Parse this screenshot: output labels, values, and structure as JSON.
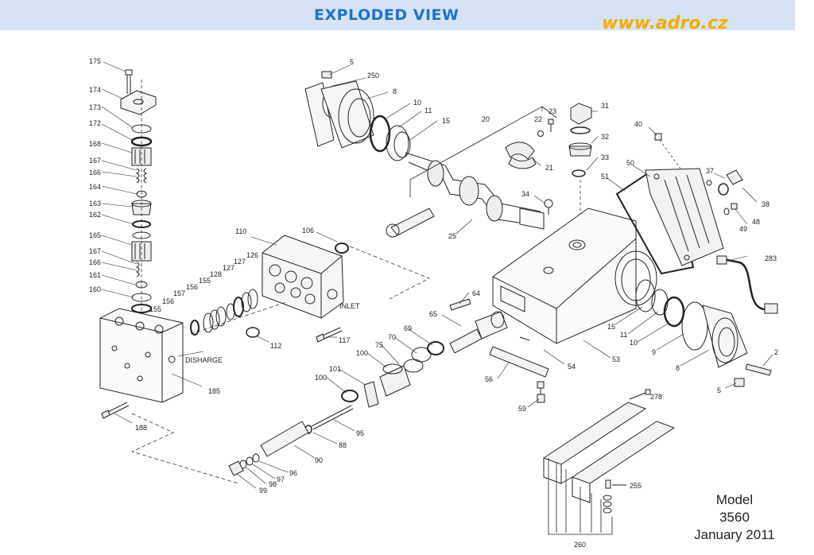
{
  "header": {
    "title": "EXPLODED VIEW",
    "website": "www.adro.cz"
  },
  "model_block": {
    "line1": "Model",
    "line2": "3560",
    "line3": "January 2011"
  },
  "annotations": {
    "inlet": "INLET",
    "discharge": "DISHARGE"
  },
  "parts": {
    "p175": "175",
    "p174": "174",
    "p173": "173",
    "p172": "172",
    "p168": "168",
    "p167a": "167",
    "p166a": "166",
    "p164": "164",
    "p163": "163",
    "p162": "162",
    "p165": "165",
    "p167b": "167",
    "p166b": "166",
    "p161": "161",
    "p160": "160",
    "p155a": "155",
    "p156a": "156",
    "p157": "157",
    "p156b": "156",
    "p155b": "155",
    "p128": "128",
    "p127a": "127",
    "p127b": "127",
    "p126": "126",
    "p110": "110",
    "p106": "106",
    "p112": "112",
    "p117": "117",
    "p185": "185",
    "p188": "188",
    "p5a": "5",
    "p250": "250",
    "p8a": "8",
    "p10a": "10",
    "p11a": "11",
    "p15a": "15",
    "p20": "20",
    "p22": "22",
    "p23": "23",
    "p31": "31",
    "p32": "32",
    "p33": "33",
    "p21": "21",
    "p34": "34",
    "p25": "25",
    "p40": "40",
    "p50": "50",
    "p51": "51",
    "p37": "37",
    "p38": "38",
    "p49": "49",
    "p48": "48",
    "p283": "283",
    "p64": "64",
    "p65": "65",
    "p69": "69",
    "p70": "70",
    "p75": "75",
    "p100a": "100",
    "p101": "101",
    "p100b": "100",
    "p54": "54",
    "p56": "56",
    "p59": "59",
    "p53": "53",
    "p15b": "15",
    "p11b": "11",
    "p10b": "10",
    "p9": "9",
    "p8b": "8",
    "p5b": "5",
    "p2": "2",
    "p278": "278",
    "p95": "95",
    "p88": "88",
    "p90": "90",
    "p96": "96",
    "p97": "97",
    "p98": "98",
    "p99": "99",
    "p255": "255",
    "p260": "260"
  }
}
